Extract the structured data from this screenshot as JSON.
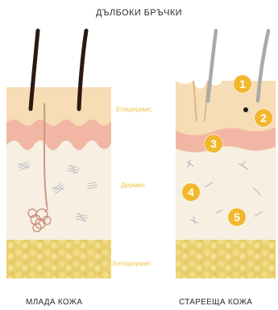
{
  "title": "ДЪЛБОКИ БРЪЧКИ",
  "layer_labels": {
    "epidermis": "Епидермис",
    "dermis": "Дермис",
    "hypodermis": "Хиподермис"
  },
  "panels": {
    "young": "МЛАДА КОЖА",
    "aging": "СТАРЕЕЩА КОЖА"
  },
  "markers": [
    "1",
    "2",
    "3",
    "4",
    "5"
  ],
  "colors": {
    "epidermis": "#f6ddb5",
    "dermal_papillae": "#f1b7a4",
    "dermis": "#f7efe1",
    "hypodermis": "#e9cf6d",
    "accent": "#f2b72b",
    "hair_young": "#2b1a10",
    "hair_aging": "#a9a9a9"
  }
}
